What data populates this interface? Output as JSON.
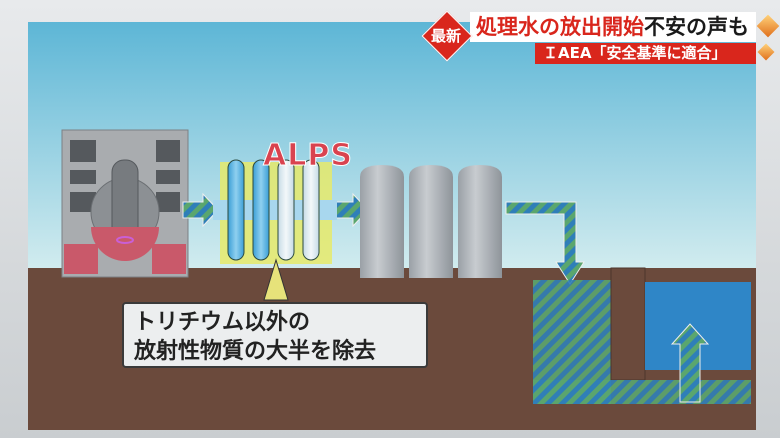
{
  "diagram": {
    "label_alps": "ALPS",
    "caption_line1": "トリチウム以外の",
    "caption_line2": "放射性物質の大半を除去"
  },
  "ticker": {
    "badge": "最新",
    "headline_red": "処理水の放出開始",
    "headline_dark": "不安の声も",
    "subline": "ＩAEA「安全基準に適合」"
  },
  "colors": {
    "accent_red": "#d9261c",
    "alps_red": "#d9434f",
    "ground": "#6b4a3c",
    "sky": "#7cc7df"
  }
}
